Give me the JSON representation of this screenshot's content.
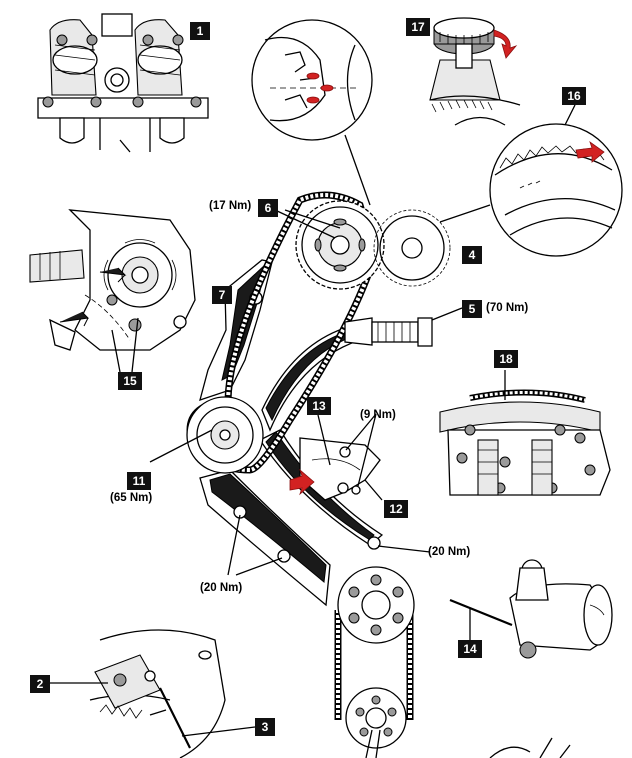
{
  "callouts": {
    "c1": "1",
    "c2": "2",
    "c3": "3",
    "c4": "4",
    "c5": "5",
    "c6": "6",
    "c7": "7",
    "c11": "11",
    "c12": "12",
    "c13": "13",
    "c14": "14",
    "c15": "15",
    "c16": "16",
    "c17": "17",
    "c18": "18"
  },
  "torques": {
    "t_cam_sprocket": "(17 Nm)",
    "t_tensioner_plug": "(70 Nm)",
    "t_tensioner_bolts": "(9 Nm)",
    "t_idler": "(65 Nm)",
    "t_rail_pivot": "(20 Nm)",
    "t_guide_bolts": "(20 Nm)"
  },
  "colors": {
    "line": "#000000",
    "accent_red": "#d22222",
    "callout_bg": "#111111",
    "callout_text": "#ffffff"
  }
}
